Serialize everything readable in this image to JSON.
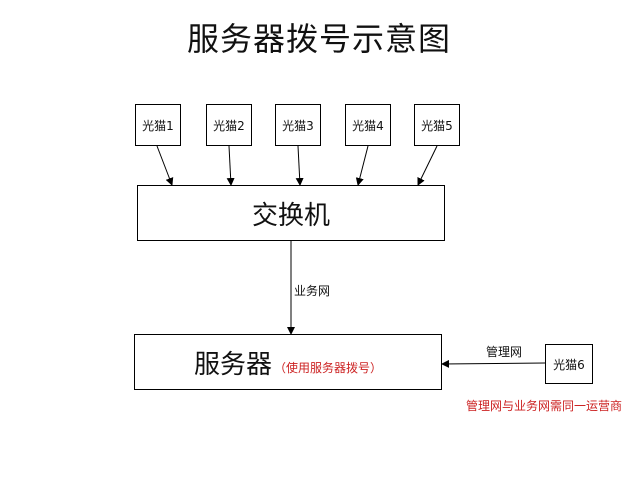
{
  "diagram": {
    "title": "服务器拨号示意图",
    "modems": [
      {
        "label": "光猫1"
      },
      {
        "label": "光猫2"
      },
      {
        "label": "光猫3"
      },
      {
        "label": "光猫4"
      },
      {
        "label": "光猫5"
      }
    ],
    "switch": {
      "label": "交换机"
    },
    "server": {
      "label": "服务器",
      "note": "（使用服务器拨号）"
    },
    "edge_business": {
      "label": "业务网"
    },
    "management_modem": {
      "label": "光猫6"
    },
    "edge_management": {
      "label": "管理网"
    },
    "note": "管理网与业务网需同一运营商",
    "colors": {
      "note_red": "#cc2222",
      "line": "#000000"
    }
  }
}
